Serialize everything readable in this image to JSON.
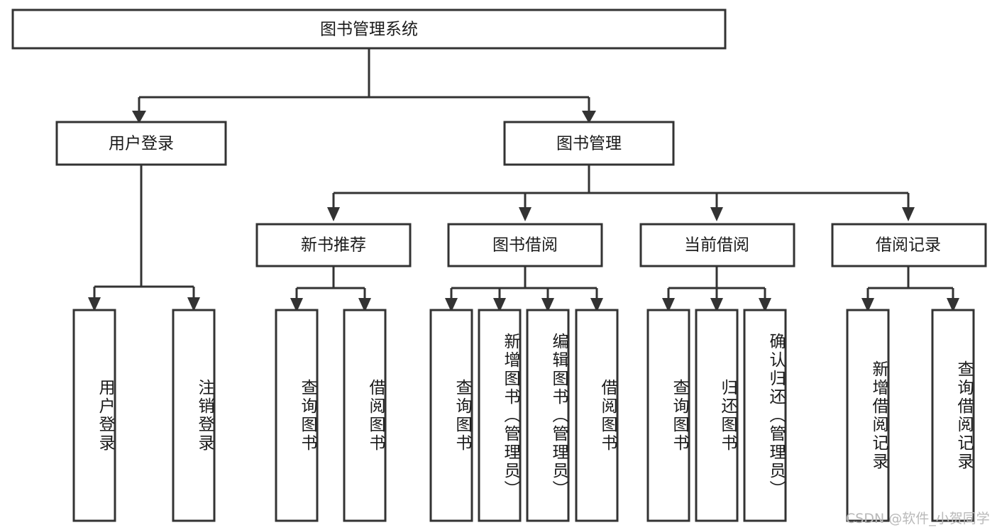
{
  "diagram": {
    "type": "tree",
    "title": "图书管理系统",
    "background_color": "#ffffff",
    "line_color": "#333333",
    "text_color": "#1a1a1a",
    "root": {
      "label": "图书管理系统"
    },
    "level2": [
      {
        "label": "用户登录"
      },
      {
        "label": "图书管理"
      }
    ],
    "level3": [
      {
        "label": "新书推荐"
      },
      {
        "label": "图书借阅"
      },
      {
        "label": "当前借阅"
      },
      {
        "label": "借阅记录"
      }
    ],
    "leaves": {
      "user_login": [
        {
          "label": "用户登录"
        },
        {
          "label": "注销登录"
        }
      ],
      "new_book": [
        {
          "label": "查询图书"
        },
        {
          "label": "借阅图书"
        }
      ],
      "book_borrow": [
        {
          "label": "查询图书"
        },
        {
          "label": "新增图书（管理员）"
        },
        {
          "label": "编辑图书（管理员）"
        },
        {
          "label": "借阅图书"
        }
      ],
      "current_borrow": [
        {
          "label": "查询图书"
        },
        {
          "label": "归还图书"
        },
        {
          "label": "确认归还（管理员）"
        }
      ],
      "borrow_record": [
        {
          "label": "新增借阅记录"
        },
        {
          "label": "查询借阅记录"
        }
      ]
    }
  },
  "watermark": {
    "text": "CSDN @软件_小贺同学"
  }
}
